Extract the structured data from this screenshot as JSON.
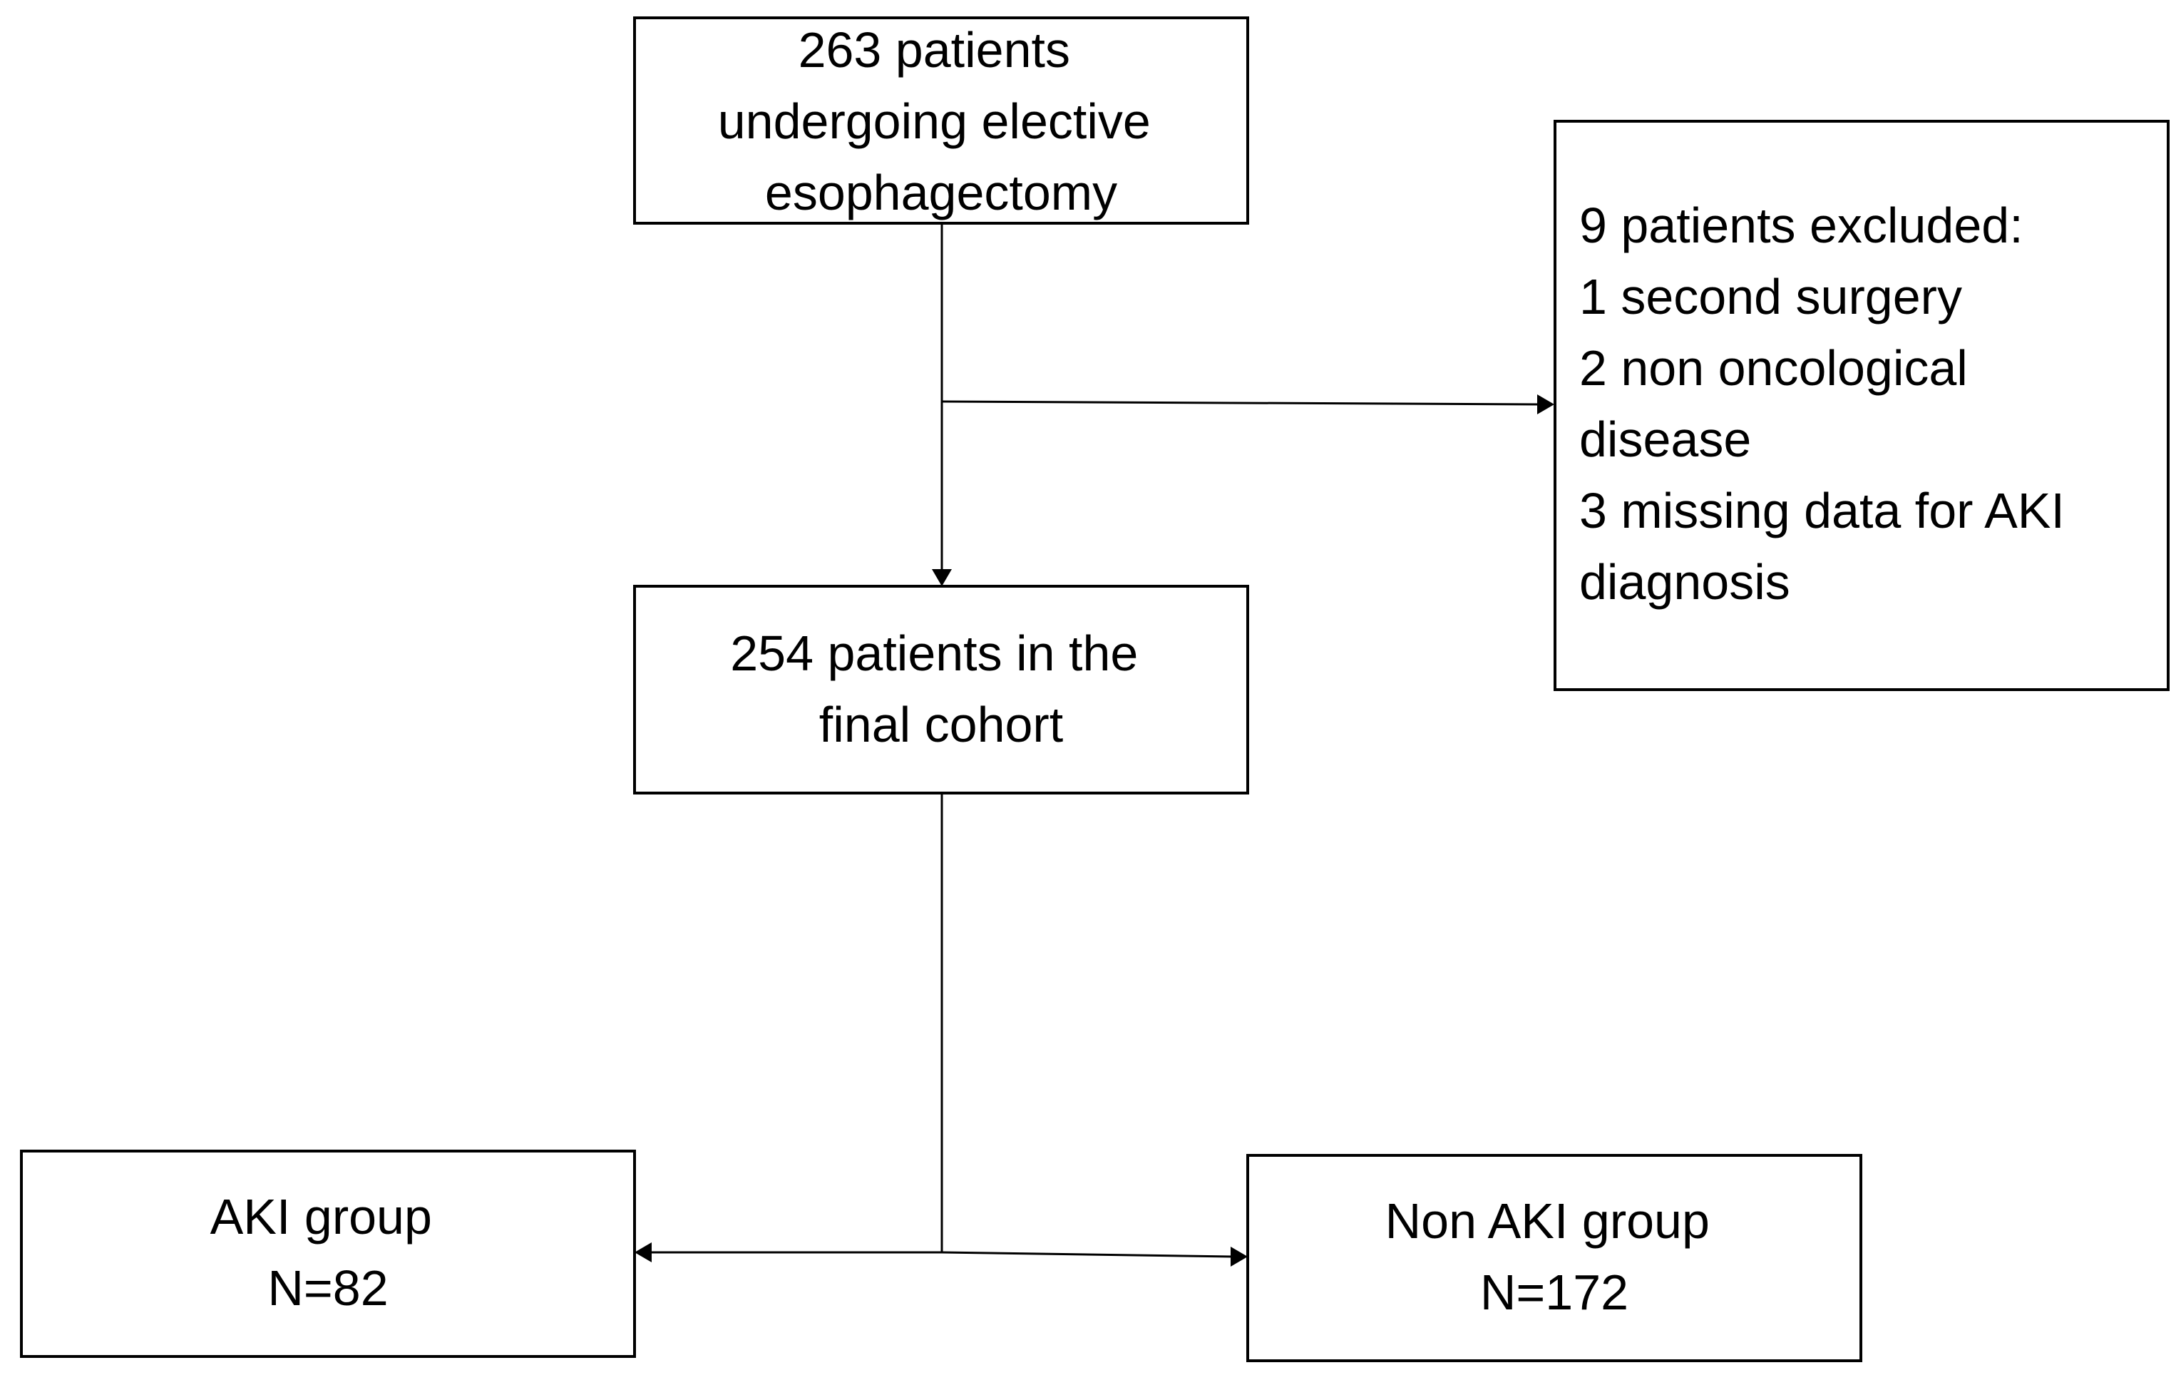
{
  "diagram": {
    "nodes": {
      "start": {
        "lines": [
          "263 patients",
          "undergoing elective",
          "esophagectomy"
        ]
      },
      "excluded": {
        "lines": [
          "9 patients excluded:",
          "1 second surgery",
          "2 non oncological",
          "disease",
          "3 missing data for AKI",
          "diagnosis"
        ]
      },
      "cohort": {
        "lines": [
          "254 patients in the",
          "final cohort"
        ]
      },
      "aki": {
        "lines": [
          "AKI group",
          "N=82"
        ]
      },
      "non_aki": {
        "lines": [
          "Non AKI group",
          "N=172"
        ]
      }
    },
    "edges": [
      {
        "from": "start",
        "to": "cohort"
      },
      {
        "from": "start",
        "to": "excluded"
      },
      {
        "from": "cohort",
        "to": "aki"
      },
      {
        "from": "cohort",
        "to": "non_aki"
      }
    ]
  }
}
